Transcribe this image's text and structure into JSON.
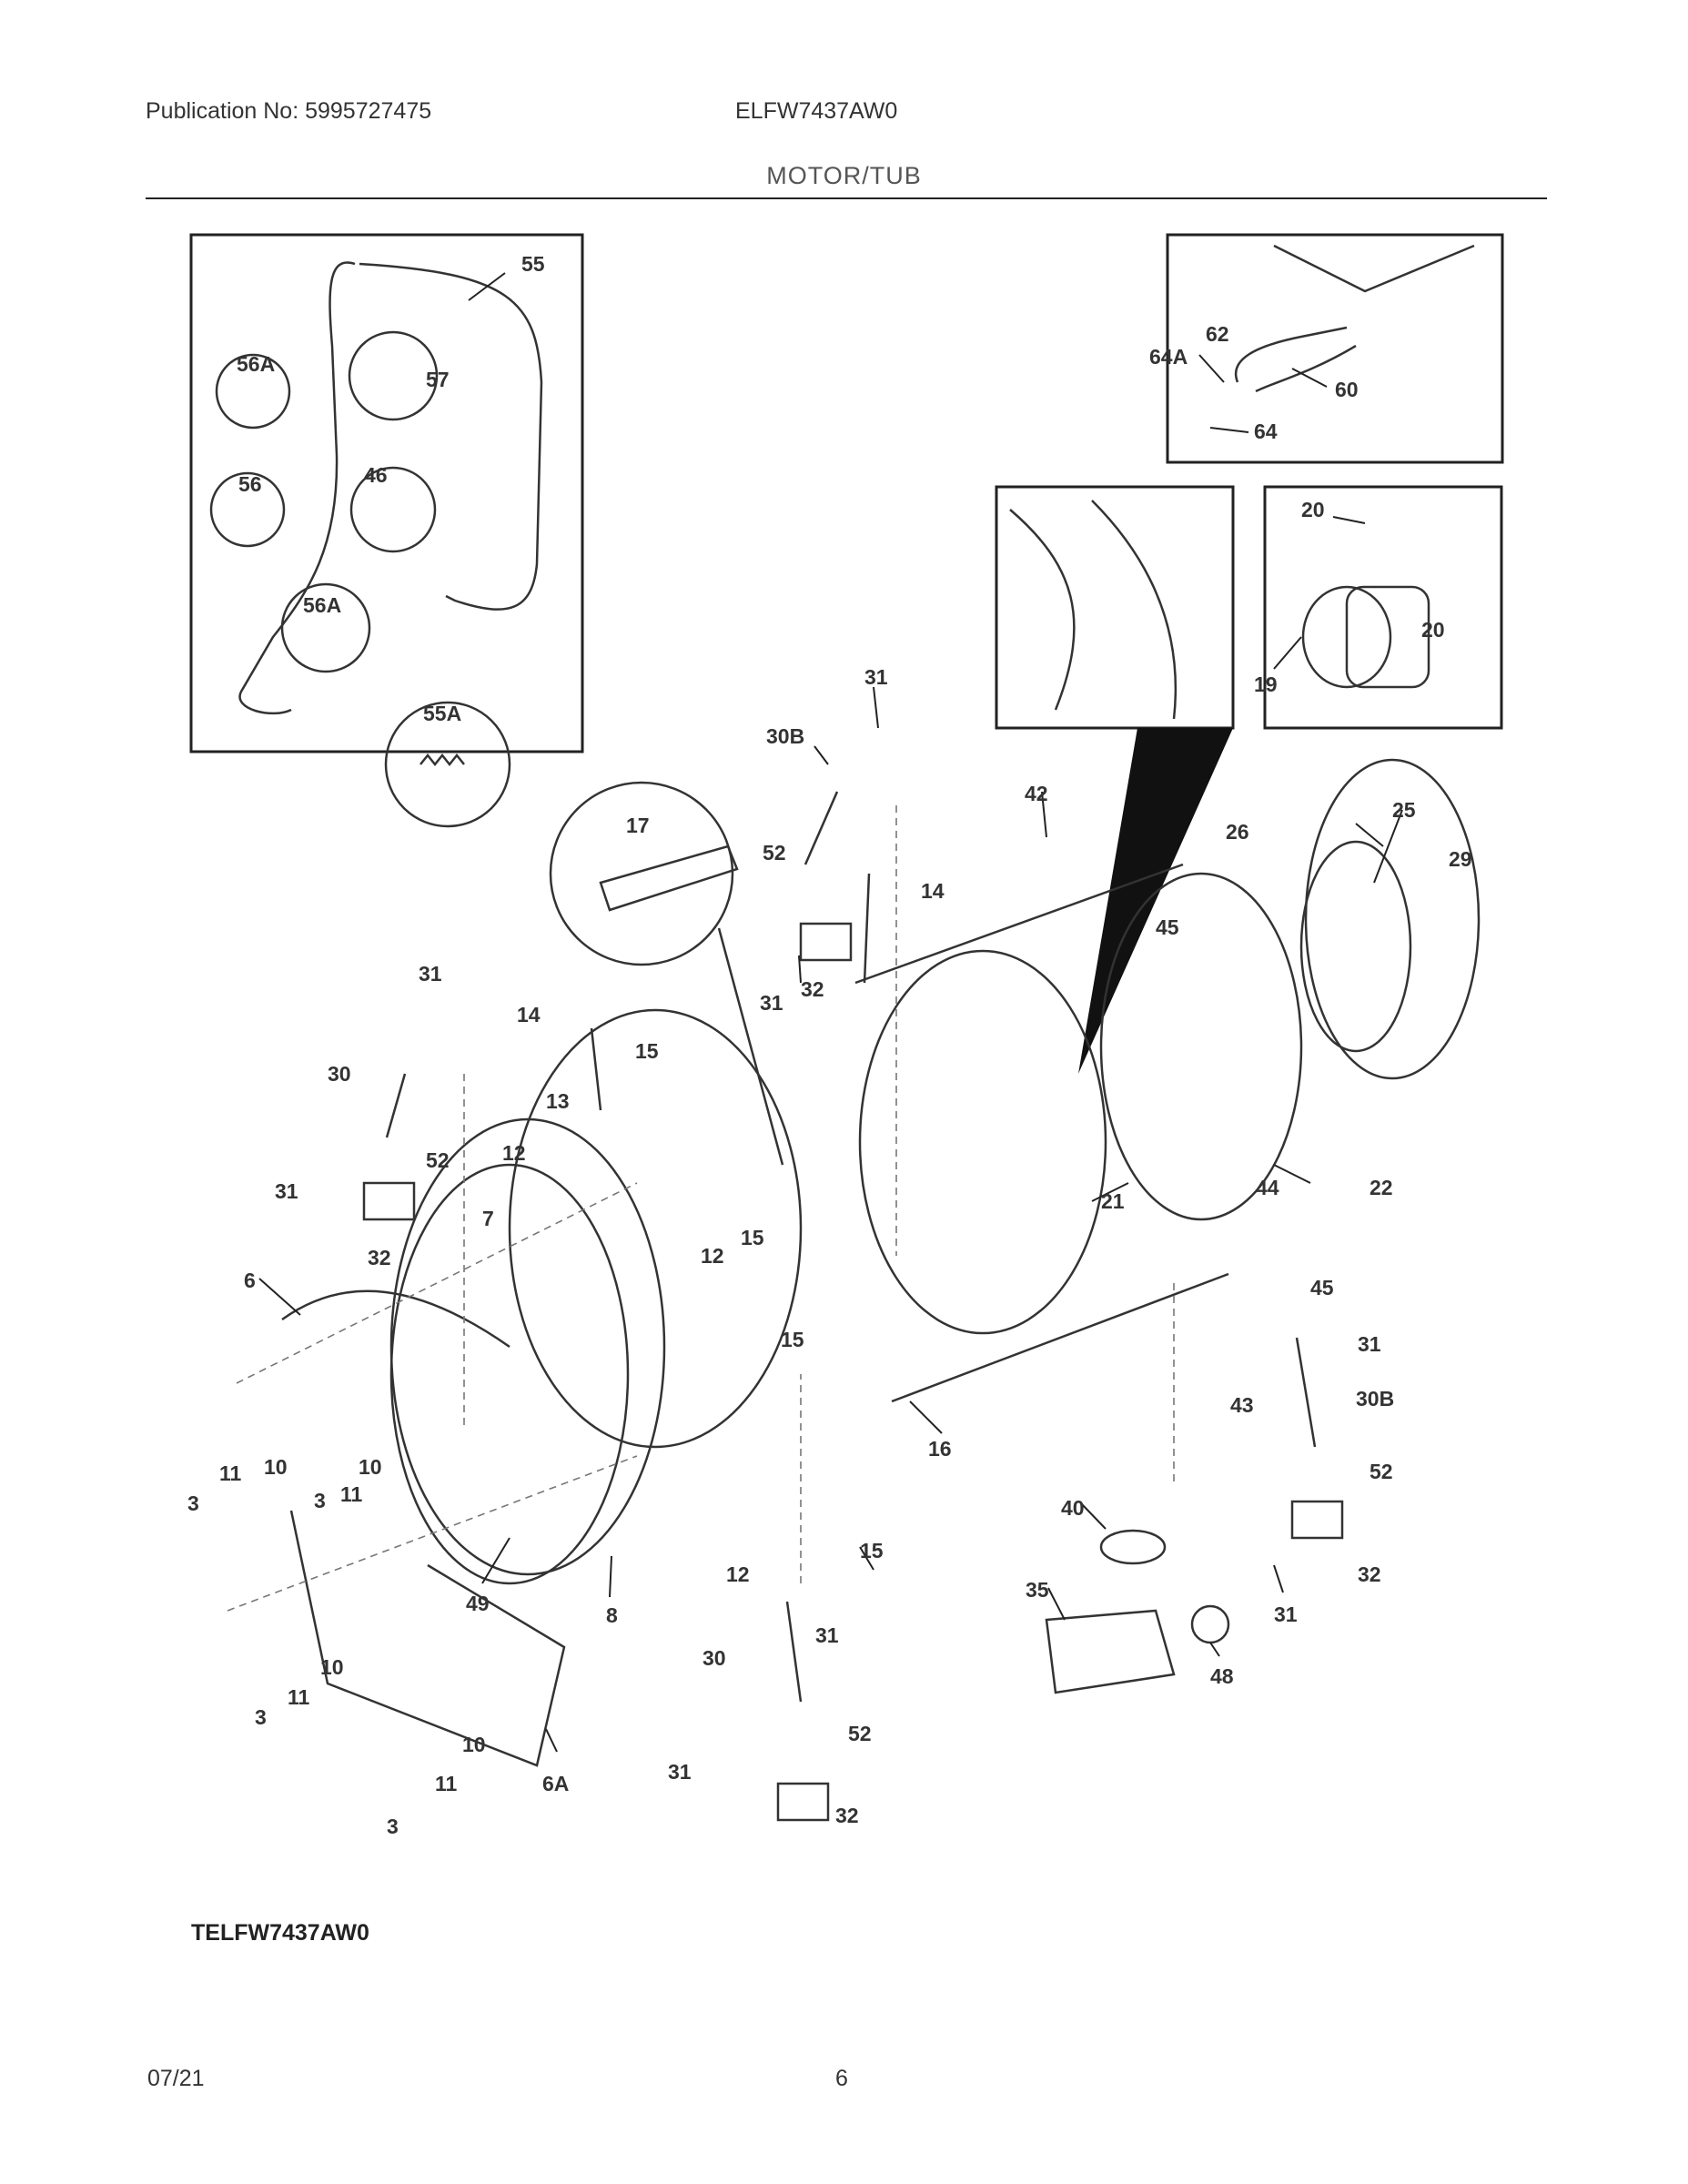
{
  "header": {
    "publication": "Publication No: 5995727475",
    "model": "ELFW7437AW0",
    "section": "MOTOR/TUB"
  },
  "footer": {
    "diagram_id": "TELFW7437AW0",
    "date": "07/21",
    "page": "6"
  },
  "callouts": {
    "c55": "55",
    "c56a_1": "56A",
    "c57": "57",
    "c56": "56",
    "c46": "46",
    "c56a_2": "56A",
    "c55a": "55A",
    "c62": "62",
    "c64a": "64A",
    "c60": "60",
    "c64": "64",
    "c20_1": "20",
    "c20_2": "20",
    "c19": "19",
    "c31_a": "31",
    "c30b_a": "30B",
    "c52_a": "52",
    "c14_a": "14",
    "c32_a": "32",
    "c31_b": "31",
    "c17": "17",
    "c42": "42",
    "c26": "26",
    "c25": "25",
    "c29": "29",
    "c45_a": "45",
    "c31_c": "31",
    "c14_b": "14",
    "c15_a": "15",
    "c30_a": "30",
    "c13": "13",
    "c52_b": "52",
    "c12_a": "12",
    "c31_d": "31",
    "c7": "7",
    "c32_b": "32",
    "c15_b": "15",
    "c12_b": "12",
    "c21": "21",
    "c44": "44",
    "c22": "22",
    "c45_b": "45",
    "c6": "6",
    "c15_c": "15",
    "c31_e": "31",
    "c43": "43",
    "c30b_b": "30B",
    "c16": "16",
    "c3_a": "3",
    "c11_a": "11",
    "c10_a": "10",
    "c10_b": "10",
    "c3_b": "3",
    "c11_b": "11",
    "c52_c": "52",
    "c40": "40",
    "c15_d": "15",
    "c32_c": "32",
    "c49": "49",
    "c8": "8",
    "c12_c": "12",
    "c31_f": "31",
    "c35": "35",
    "c31_g": "31",
    "c48": "48",
    "c30_b": "30",
    "c10_c": "10",
    "c11_c": "11",
    "c3_c": "3",
    "c10_d": "10",
    "c6a": "6A",
    "c52_d": "52",
    "c11_d": "11",
    "c3_d": "3",
    "c31_h": "31",
    "c32_d": "32"
  }
}
